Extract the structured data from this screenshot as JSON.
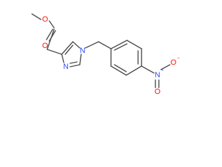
{
  "molecule": {
    "atoms": {
      "ester_methyl_o": {
        "symbol": "O"
      },
      "carbonyl_o": {
        "symbol": "O"
      },
      "imidazole_n1": {
        "symbol": "N"
      },
      "imidazole_n3": {
        "symbol": "N"
      },
      "nitro_n": {
        "symbol": "N",
        "charge": "+"
      },
      "nitro_o_top": {
        "symbol": "O",
        "charge": "−"
      },
      "nitro_o_bottom": {
        "symbol": "O"
      }
    },
    "colors": {
      "bond": "#4a4a4a",
      "oxygen": "#ff0d0d",
      "nitrogen": "#3050f8",
      "background": "#ffffff"
    }
  }
}
